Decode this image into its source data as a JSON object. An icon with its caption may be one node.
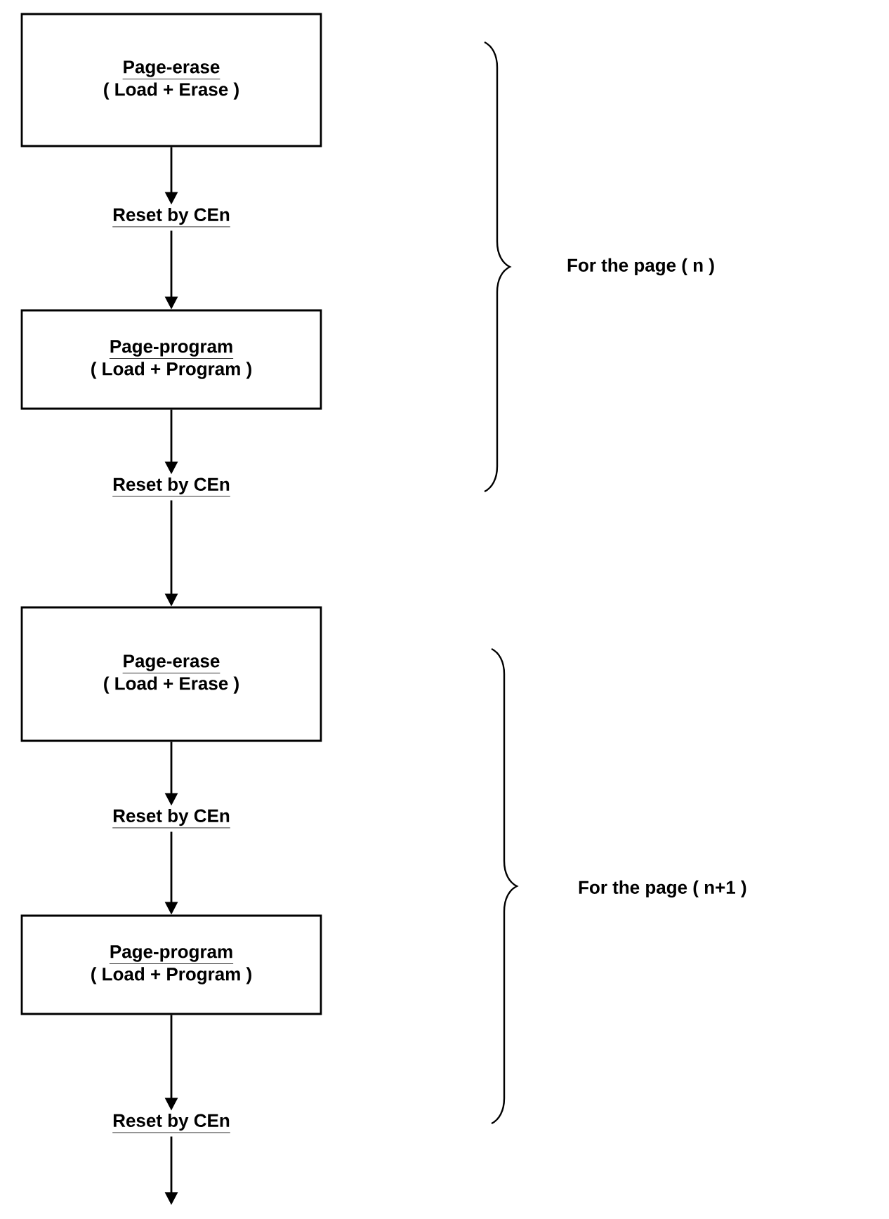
{
  "diagram": {
    "nodes": [
      {
        "text": [
          "Page-erase",
          "( Load + Erase )"
        ]
      },
      {
        "text": [
          "Reset by CEn"
        ]
      },
      {
        "text": [
          "Page-program",
          "( Load + Program )"
        ]
      },
      {
        "text": [
          "Reset by CEn"
        ]
      },
      {
        "text": [
          "Page-erase",
          "( Load + Erase )"
        ]
      },
      {
        "text": [
          "Reset by CEn"
        ]
      },
      {
        "text": [
          "Page-program",
          "( Load + Program )"
        ]
      },
      {
        "text": [
          "Reset by CEn"
        ]
      }
    ],
    "edges": [
      {
        "from": 0,
        "to": 1,
        "arrow": "to"
      },
      {
        "from": 1,
        "to": 2,
        "arrow": "to"
      },
      {
        "from": 2,
        "to": 3,
        "arrow": "to"
      },
      {
        "from": 3,
        "to": 4,
        "arrow": "to"
      },
      {
        "from": 4,
        "to": 5,
        "arrow": "to"
      },
      {
        "from": 5,
        "to": 6,
        "arrow": "to"
      },
      {
        "from": 6,
        "to": 7,
        "arrow": "to"
      },
      {
        "from": 7,
        "to": null,
        "arrow": "to"
      }
    ],
    "labels": [
      "For the page ( n )",
      "For the page ( n+1 )"
    ]
  }
}
